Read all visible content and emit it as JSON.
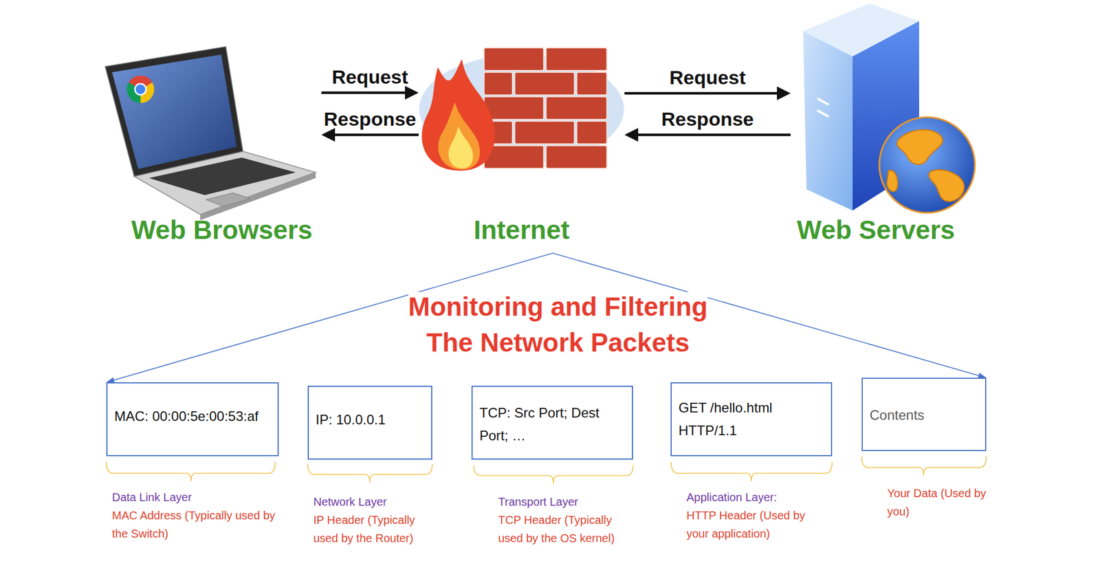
{
  "diagram": {
    "title": "Monitoring and Filtering The Network Packets",
    "nodes": [
      {
        "text": [
          "Web Browsers"
        ]
      },
      {
        "text": [
          "Internet"
        ]
      },
      {
        "text": [
          "Web Servers"
        ]
      },
      {
        "text": [
          "MAC: 00:00:5e:00:53:af"
        ]
      },
      {
        "text": [
          "IP: 10.0.0.1"
        ]
      },
      {
        "text": [
          "TCP: Src Port; Dest Port; …"
        ]
      },
      {
        "text": [
          "GET /hello.html HTTP/1.1"
        ]
      },
      {
        "text": [
          "Contents"
        ]
      }
    ],
    "edges": [
      {
        "from": 0,
        "to": 1,
        "label": "Request",
        "arrow": "to"
      },
      {
        "from": 1,
        "to": 0,
        "label": "Response",
        "arrow": "to"
      },
      {
        "from": 1,
        "to": 2,
        "label": "Request",
        "arrow": "to"
      },
      {
        "from": 2,
        "to": 1,
        "label": "Response",
        "arrow": "to"
      },
      {
        "from": 1,
        "to": 3,
        "arrow": "to"
      },
      {
        "from": 1,
        "to": 7,
        "arrow": "to"
      }
    ],
    "labels": [
      "Data Link Layer",
      "MAC Address (Typically used by the Switch)",
      "Network Layer",
      "IP Header (Typically used by the Router)",
      "Transport Layer",
      "TCP Header (Typically used by the OS kernel)",
      "Application Layer:",
      "HTTP Header (Used by your application)",
      "Your Data (Used by you)"
    ]
  }
}
